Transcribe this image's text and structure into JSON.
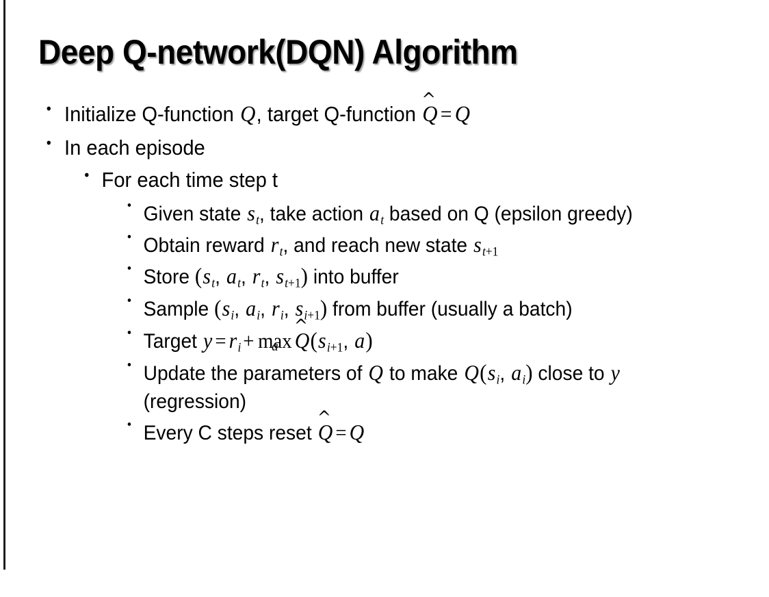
{
  "slide": {
    "title": "Deep Q-network(DQN) Algorithm",
    "background_color": "#ffffff",
    "text_color": "#000000",
    "rule_color": "#1d1d1d",
    "bullet_glyph": "•"
  },
  "bullets": {
    "b1": {
      "level": 1,
      "pre": "Initialize Q-function ",
      "var_q": "Q",
      "mid": ", target Q-function ",
      "qhat": "Q",
      "hat": "̂",
      "eq": "=",
      "var_q2": "Q"
    },
    "b2": {
      "level": 1,
      "text": "In each episode"
    },
    "b3": {
      "level": 2,
      "text": "For each time step t"
    },
    "b4": {
      "level": 3,
      "pre": "Given state ",
      "s": "s",
      "s_sub": "t",
      "mid": ", take action ",
      "a": "a",
      "a_sub": "t",
      "post": " based on Q (epsilon greedy)"
    },
    "b5": {
      "level": 3,
      "pre": "Obtain reward ",
      "r": "r",
      "r_sub": "t",
      "mid": ", and reach new state ",
      "s": "s",
      "s_sub_i": "t",
      "s_sub_plus": "+1"
    },
    "b6": {
      "level": 3,
      "pre": "Store ",
      "open": "(",
      "s": "s",
      "s_sub": "t",
      "c1": ", ",
      "a": "a",
      "a_sub": "t",
      "c2": ", ",
      "r": "r",
      "r_sub": "t",
      "c3": ", ",
      "s2": "s",
      "s2_sub_i": "t",
      "s2_sub_plus": "+1",
      "close": ")",
      "post": " into buffer"
    },
    "b7": {
      "level": 3,
      "pre": "Sample ",
      "open": "(",
      "s": "s",
      "s_sub": "i",
      "c1": ", ",
      "a": "a",
      "a_sub": "i",
      "c2": ", ",
      "r": "r",
      "r_sub": "i",
      "c3": ", ",
      "s2": "s",
      "s2_sub_i": "i",
      "s2_sub_plus": "+1",
      "close": ")",
      "post": " from buffer (usually a batch)"
    },
    "b8": {
      "level": 3,
      "pre": "Target ",
      "y": "y",
      "eq": "=",
      "r": "r",
      "r_sub": "i",
      "plus": "+",
      "max": "max",
      "max_limit": "a",
      "qhat": "Q",
      "hat": "̂",
      "open": "(",
      "s": "s",
      "s_sub_i": "i",
      "s_sub_plus": "+1",
      "comma": ", ",
      "a": "a",
      "close": ")"
    },
    "b9": {
      "level": 3,
      "pre": "Update the parameters of ",
      "q1": "Q",
      "mid": " to make ",
      "q2": "Q",
      "open": "(",
      "s": "s",
      "s_sub": "i",
      "comma": ", ",
      "a": "a",
      "a_sub": "i",
      "close": ")",
      "post": " close to ",
      "y": "y",
      "tail": " (regression)"
    },
    "b10": {
      "level": 3,
      "pre": "Every C steps reset ",
      "qhat": "Q",
      "hat": "̂",
      "eq": "=",
      "q": "Q"
    }
  }
}
